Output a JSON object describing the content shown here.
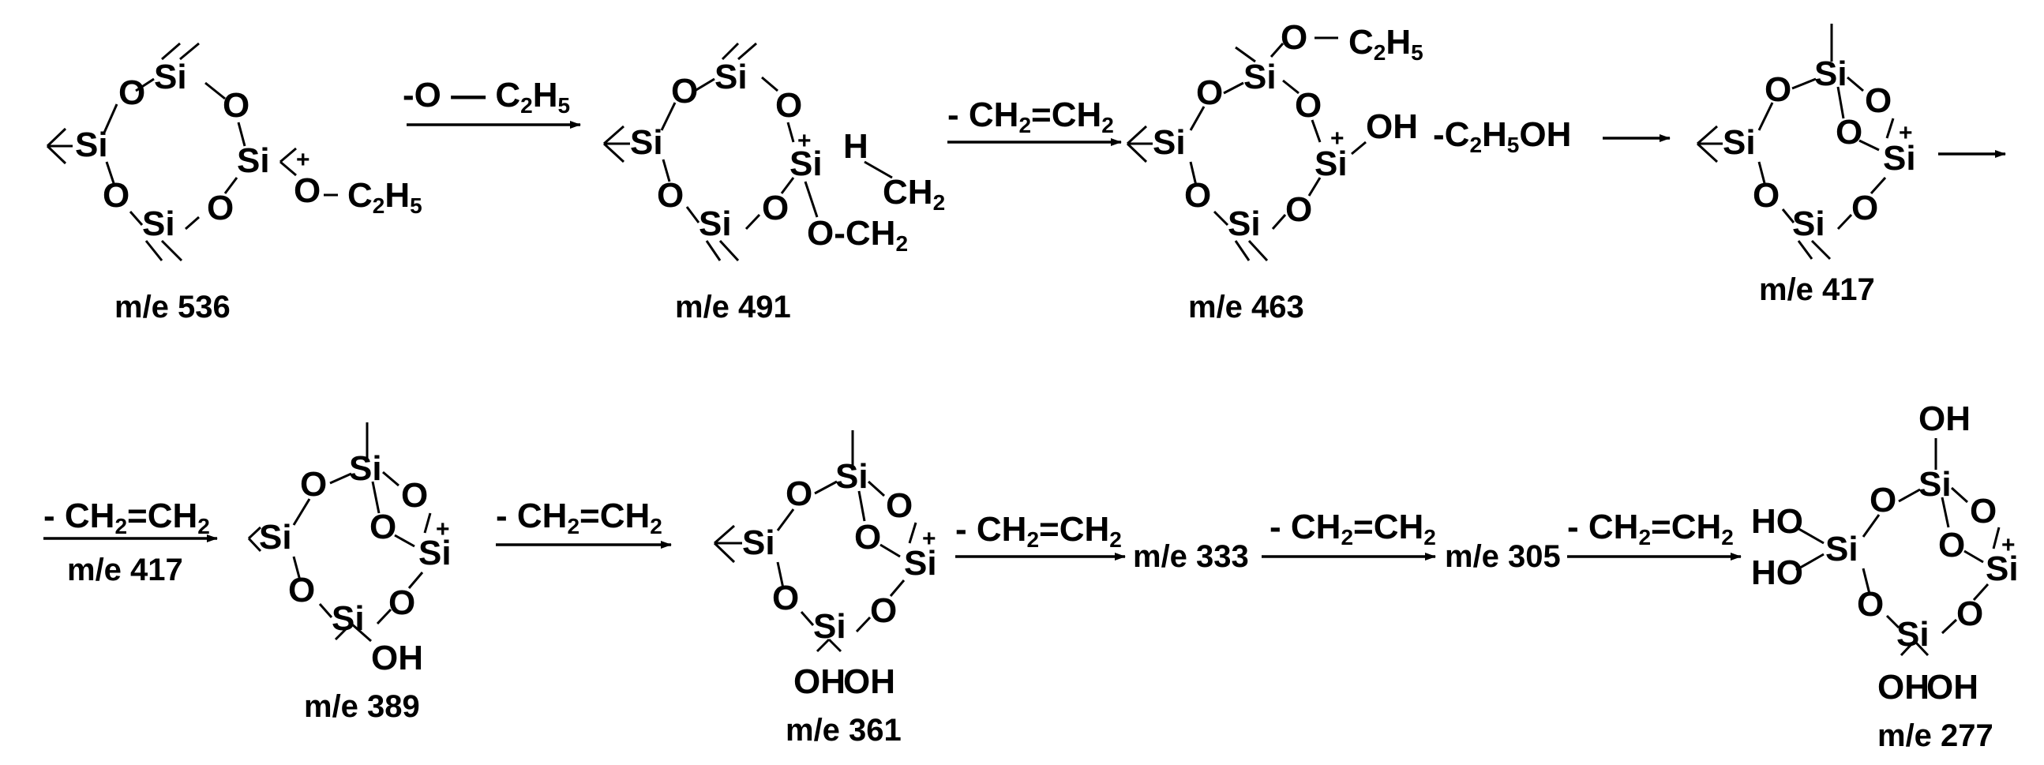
{
  "atoms": {
    "si": "Si",
    "o": "O",
    "h": "H",
    "oh": "OH",
    "ho": "HO",
    "plus": "+",
    "minus": "-"
  },
  "groups": {
    "ethoxy_o": "O",
    "ethoxy_c": "C",
    "ethoxy_h": "H",
    "sub2": "2",
    "sub5": "5",
    "ch2": "CH",
    "ch2_sub": "2",
    "ethylene_a": "CH",
    "ethylene_b": "CH",
    "ethylene_eq": "=",
    "ethanol_c": "C",
    "ethanol_h": "H",
    "ethanol_oh": "OH"
  },
  "labels": {
    "m536": "m/e 536",
    "m491": "m/e 491",
    "m463": "m/e 463",
    "m417a": "m/e 417",
    "m417b": "m/e 417",
    "m389": "m/e 389",
    "m361": "m/e 361",
    "m333": "m/e 333",
    "m305": "m/e 305",
    "m277": "m/e 277"
  },
  "reagents": {
    "r1": "O",
    "loss_ethylene": "CH2=CH2",
    "loss_ethanol": "C2H5OH"
  },
  "colors": {
    "ink": "#000000",
    "background": "#ffffff"
  }
}
